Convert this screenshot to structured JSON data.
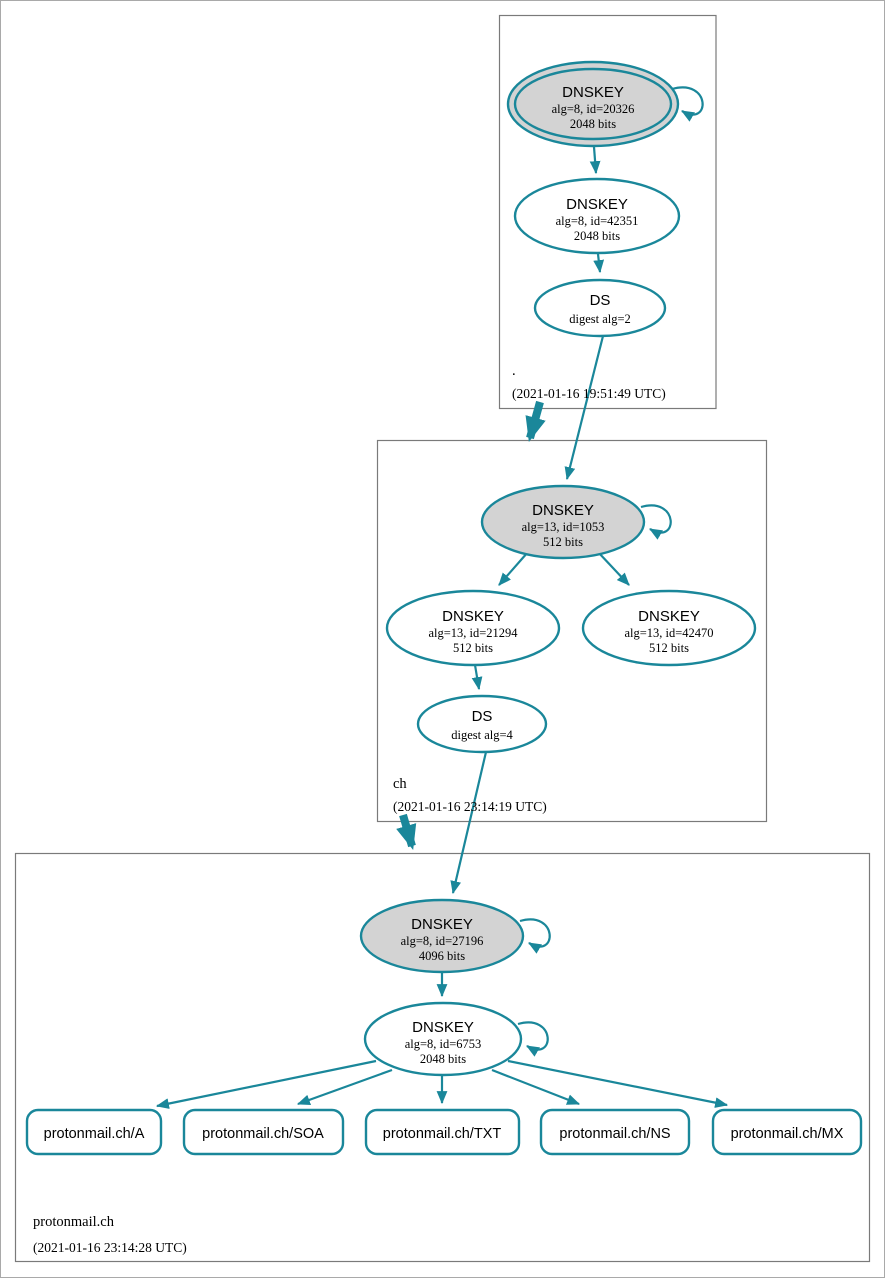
{
  "diagram": {
    "type": "dnssec-authentication-chain",
    "colors": {
      "secure_edge": "#1a879a",
      "ksk_fill": "#d3d3d3",
      "node_fill": "#ffffff",
      "cluster_border": "#7a7a7a"
    },
    "zones": {
      "root": {
        "name": ".",
        "timestamp": "(2021-01-16 19:51:49 UTC)",
        "ksk": {
          "title": "DNSKEY",
          "alg": "alg=8, id=20326",
          "bits": "2048 bits"
        },
        "zsk": {
          "title": "DNSKEY",
          "alg": "alg=8, id=42351",
          "bits": "2048 bits"
        },
        "ds": {
          "title": "DS",
          "alg": "digest alg=2"
        }
      },
      "ch": {
        "name": "ch",
        "timestamp": "(2021-01-16 23:14:19 UTC)",
        "ksk": {
          "title": "DNSKEY",
          "alg": "alg=13, id=1053",
          "bits": "512 bits"
        },
        "zsk1": {
          "title": "DNSKEY",
          "alg": "alg=13, id=21294",
          "bits": "512 bits"
        },
        "zsk2": {
          "title": "DNSKEY",
          "alg": "alg=13, id=42470",
          "bits": "512 bits"
        },
        "ds": {
          "title": "DS",
          "alg": "digest alg=4"
        }
      },
      "protonmail": {
        "name": "protonmail.ch",
        "timestamp": "(2021-01-16 23:14:28 UTC)",
        "ksk": {
          "title": "DNSKEY",
          "alg": "alg=8, id=27196",
          "bits": "4096 bits"
        },
        "zsk": {
          "title": "DNSKEY",
          "alg": "alg=8, id=6753",
          "bits": "2048 bits"
        },
        "rrsets": [
          "protonmail.ch/A",
          "protonmail.ch/SOA",
          "protonmail.ch/TXT",
          "protonmail.ch/NS",
          "protonmail.ch/MX"
        ]
      }
    }
  }
}
